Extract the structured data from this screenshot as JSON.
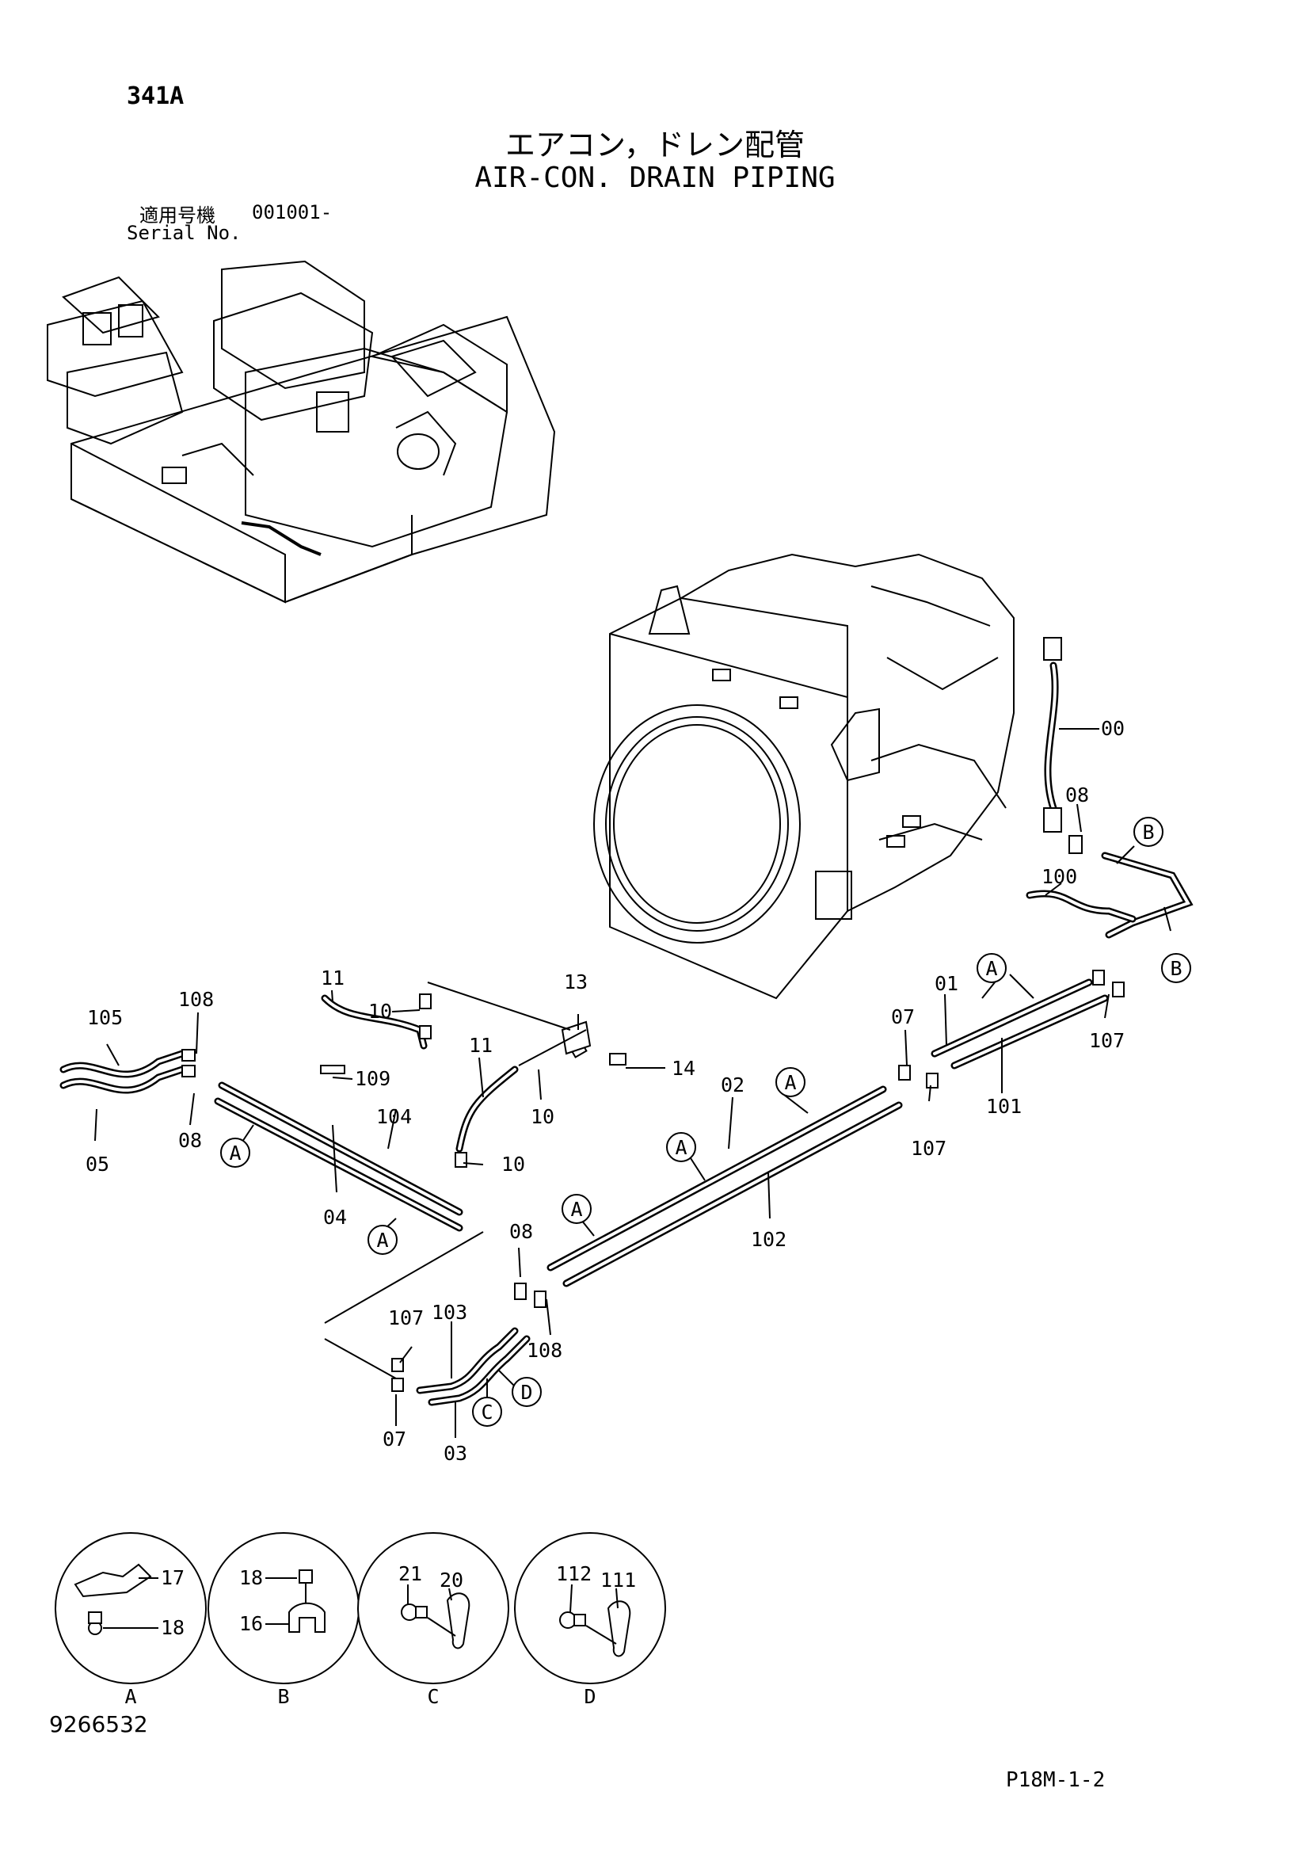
{
  "header": {
    "page_code": "341A",
    "title_jp": "エアコン，ドレン配管",
    "title_en": "AIR-CON. DRAIN PIPING",
    "serial_label_jp": "適用号機",
    "serial_value": "001001-",
    "serial_label_en": "Serial No."
  },
  "callouts": [
    {
      "id": "c00",
      "label": "00"
    },
    {
      "id": "c08a",
      "label": "08"
    },
    {
      "id": "c100",
      "label": "100"
    },
    {
      "id": "c07a",
      "label": "07"
    },
    {
      "id": "c01",
      "label": "01"
    },
    {
      "id": "c107a",
      "label": "107"
    },
    {
      "id": "c101",
      "label": "101"
    },
    {
      "id": "c107b",
      "label": "107"
    },
    {
      "id": "c02",
      "label": "02"
    },
    {
      "id": "c102",
      "label": "102"
    },
    {
      "id": "c13",
      "label": "13"
    },
    {
      "id": "c14",
      "label": "14"
    },
    {
      "id": "c11a",
      "label": "11"
    },
    {
      "id": "c10a",
      "label": "10"
    },
    {
      "id": "c11b",
      "label": "11"
    },
    {
      "id": "c10b",
      "label": "10"
    },
    {
      "id": "c10c",
      "label": "10"
    },
    {
      "id": "c109",
      "label": "109"
    },
    {
      "id": "c104",
      "label": "104"
    },
    {
      "id": "c04",
      "label": "04"
    },
    {
      "id": "c108a",
      "label": "108"
    },
    {
      "id": "c105",
      "label": "105"
    },
    {
      "id": "c08b",
      "label": "08"
    },
    {
      "id": "c05",
      "label": "05"
    },
    {
      "id": "c08c",
      "label": "08"
    },
    {
      "id": "c108b",
      "label": "108"
    },
    {
      "id": "c107c",
      "label": "107"
    },
    {
      "id": "c103",
      "label": "103"
    },
    {
      "id": "c07b",
      "label": "07"
    },
    {
      "id": "c03",
      "label": "03"
    }
  ],
  "ref_markers": [
    {
      "id": "mB1",
      "letter": "B"
    },
    {
      "id": "mB2",
      "letter": "B"
    },
    {
      "id": "mA1",
      "letter": "A"
    },
    {
      "id": "mA2",
      "letter": "A"
    },
    {
      "id": "mA3",
      "letter": "A"
    },
    {
      "id": "mA4",
      "letter": "A"
    },
    {
      "id": "mA5",
      "letter": "A"
    },
    {
      "id": "mA6",
      "letter": "A"
    },
    {
      "id": "mC",
      "letter": "C"
    },
    {
      "id": "mD",
      "letter": "D"
    }
  ],
  "details": [
    {
      "id": "A",
      "label": "A",
      "parts": [
        "17",
        "18"
      ]
    },
    {
      "id": "B",
      "label": "B",
      "parts": [
        "18",
        "16"
      ]
    },
    {
      "id": "C",
      "label": "C",
      "parts": [
        "21",
        "20"
      ]
    },
    {
      "id": "D",
      "label": "D",
      "parts": [
        "112",
        "111"
      ]
    }
  ],
  "footer": {
    "doc_number": "9266532",
    "page_ref": "P18M-1-2"
  }
}
